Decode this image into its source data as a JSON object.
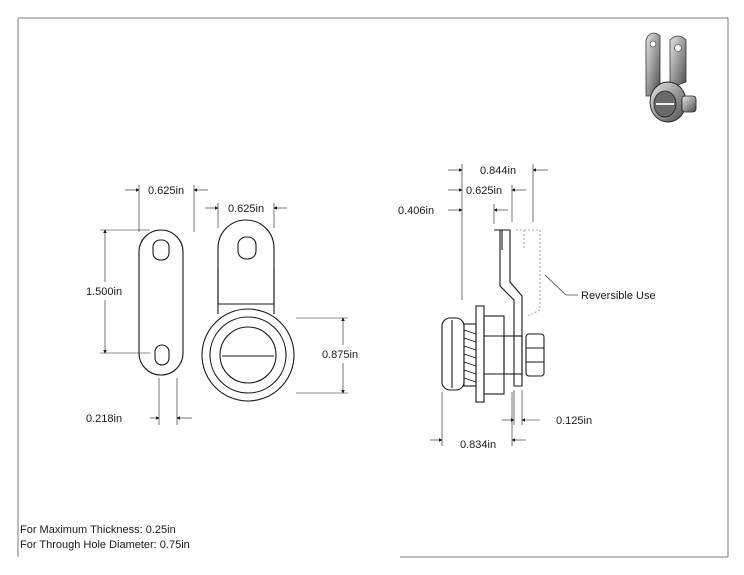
{
  "dimensions": {
    "cam_left_width": "0.625in",
    "cam_right_width": "0.625in",
    "cam_length": "1.500in",
    "hole_diameter": "0.218in",
    "face_diameter": "0.875in",
    "side_overall": "0.844in",
    "side_cam_offset": "0.625in",
    "side_front": "0.406in",
    "body_length": "0.834in",
    "cam_thickness": "0.125in"
  },
  "callouts": {
    "reversible": "Reversible Use"
  },
  "notes": {
    "max_thickness": "For Maximum Thickness: 0.25in",
    "through_hole": "For Through Hole Diameter: 0.75in"
  }
}
